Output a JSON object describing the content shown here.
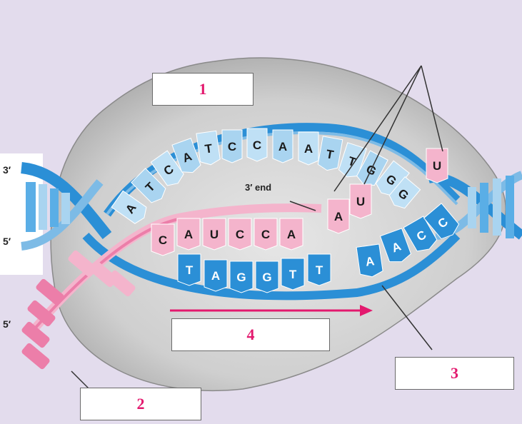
{
  "strand_labels": {
    "top_left": "3′",
    "middle_left": "5′",
    "bottom_left": "5′",
    "end_label": "3′ end"
  },
  "label_boxes": [
    {
      "id": "box-1",
      "text": "1"
    },
    {
      "id": "box-2",
      "text": "2"
    },
    {
      "id": "box-3",
      "text": "3"
    },
    {
      "id": "box-4",
      "text": "4"
    }
  ],
  "template_strand_top": [
    "A",
    "T",
    "C",
    "A",
    "T",
    "C",
    "C",
    "A",
    "A",
    "T",
    "T",
    "G",
    "G"
  ],
  "rna_bases": [
    "C",
    "A",
    "U",
    "C",
    "C",
    "A"
  ],
  "incoming_rna_nucleotides": [
    "A",
    "U",
    "U"
  ],
  "coding_strand_bottom": [
    "T",
    "A",
    "G",
    "G",
    "T",
    "T",
    "A",
    "A",
    "C",
    "C"
  ],
  "colors": {
    "background": "#e3dced",
    "bubble": "#d3d3d3",
    "dna_dark": "#2b8fd6",
    "dna_light": "#a9d4f0",
    "rna": "#f4b4cc",
    "rna_dark": "#ec7ea9",
    "arrow": "#e3196e"
  }
}
